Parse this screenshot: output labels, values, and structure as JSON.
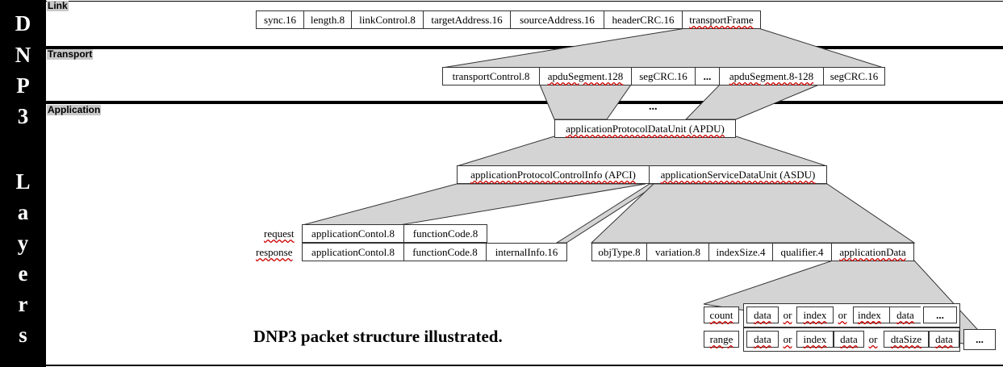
{
  "sidebar": {
    "title_chars": [
      "D",
      "N",
      "P",
      "3"
    ],
    "subtitle_chars": [
      "L",
      "a",
      "y",
      "e",
      "r",
      "s"
    ]
  },
  "layers": {
    "link": "Link",
    "transport": "Transport",
    "application": "Application"
  },
  "link_fields": [
    "sync.16",
    "length.8",
    "linkControl.8",
    "targetAddress.16",
    "sourceAddress.16",
    "headerCRC.16",
    "transportFrame"
  ],
  "transport_fields": [
    "transportControl.8",
    "apduSegment.128",
    "segCRC.16",
    "...",
    "apduSegment.8-128",
    "segCRC.16"
  ],
  "transport_continuation": "...",
  "apdu": "applicationProtocolDataUnit (APDU)",
  "apci": "applicationProtocolControlInfo (APCI)",
  "asdu": "applicationServiceDataUnit (ASDU)",
  "request": {
    "label": "request",
    "fields": [
      "applicationContol.8",
      "functionCode.8"
    ]
  },
  "response": {
    "label": "response",
    "fields": [
      "applicationContol.8",
      "functionCode.8",
      "internalInfo.16"
    ]
  },
  "object_fields": [
    "objType.8",
    "variation.8",
    "indexSize.4",
    "qualifier.4",
    "applicationData"
  ],
  "count_row": {
    "label": "count",
    "items": [
      "data",
      "or",
      "index",
      "or",
      "index",
      "data",
      "..."
    ]
  },
  "range_row": {
    "label": "range",
    "items": [
      "data",
      "or",
      "index",
      "data",
      "or",
      "dtaSize",
      "data",
      "..."
    ]
  },
  "caption": "DNP3 packet structure illustrated."
}
